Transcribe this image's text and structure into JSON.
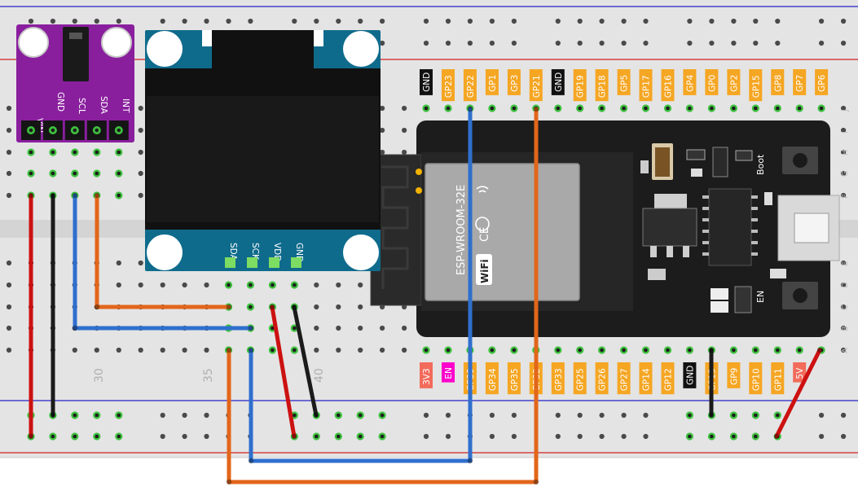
{
  "breadboard": {
    "column_numbers": [
      "30",
      "35",
      "40"
    ],
    "row_letters": [
      "J",
      "I",
      "H",
      "G",
      "F",
      "E",
      "D",
      "C",
      "B",
      "A"
    ],
    "colors": {
      "board": "#e4e4e4",
      "rail_red": "#d22020",
      "rail_blue": "#2323c8",
      "hole": "#4a4a4a",
      "hole_active": "#3fc13f"
    }
  },
  "sensor": {
    "pins": [
      "VIN",
      "GND",
      "SCL",
      "SDA",
      "INT"
    ],
    "color": "#8a1f9e"
  },
  "oled": {
    "pins": [
      "GND",
      "VDD",
      "SCK",
      "SDA"
    ],
    "frame_color": "#0f6b8c"
  },
  "esp32": {
    "module_label": "ESP-WROOM-32E",
    "wifi_label": "WiFi",
    "boot_label": "Boot",
    "en_label": "EN",
    "top_pins": [
      {
        "label": "GND",
        "kind": "gnd"
      },
      {
        "label": "GP23",
        "kind": "gpio"
      },
      {
        "label": "GP22",
        "kind": "gpio"
      },
      {
        "label": "GP1",
        "kind": "gpio"
      },
      {
        "label": "GP3",
        "kind": "gpio"
      },
      {
        "label": "GP21",
        "kind": "gpio"
      },
      {
        "label": "GND",
        "kind": "gnd"
      },
      {
        "label": "GP19",
        "kind": "gpio"
      },
      {
        "label": "GP18",
        "kind": "gpio"
      },
      {
        "label": "GP5",
        "kind": "gpio"
      },
      {
        "label": "GP17",
        "kind": "gpio"
      },
      {
        "label": "GP16",
        "kind": "gpio"
      },
      {
        "label": "GP4",
        "kind": "gpio"
      },
      {
        "label": "GP0",
        "kind": "gpio"
      },
      {
        "label": "GP2",
        "kind": "gpio"
      },
      {
        "label": "GP15",
        "kind": "gpio"
      },
      {
        "label": "GP8",
        "kind": "gpio"
      },
      {
        "label": "GP7",
        "kind": "gpio"
      },
      {
        "label": "GP6",
        "kind": "gpio"
      }
    ],
    "bottom_pins": [
      {
        "label": "3V3",
        "kind": "power"
      },
      {
        "label": "EN",
        "kind": "en"
      },
      {
        "label": "GP39",
        "kind": "gpio"
      },
      {
        "label": "GP34",
        "kind": "gpio"
      },
      {
        "label": "GP35",
        "kind": "gpio"
      },
      {
        "label": "GP32",
        "kind": "gpio"
      },
      {
        "label": "GP33",
        "kind": "gpio"
      },
      {
        "label": "GP25",
        "kind": "gpio"
      },
      {
        "label": "GP26",
        "kind": "gpio"
      },
      {
        "label": "GP27",
        "kind": "gpio"
      },
      {
        "label": "GP14",
        "kind": "gpio"
      },
      {
        "label": "GP12",
        "kind": "gpio"
      },
      {
        "label": "GND",
        "kind": "gnd"
      },
      {
        "label": "GP13",
        "kind": "gpio"
      },
      {
        "label": "GP9",
        "kind": "gpio"
      },
      {
        "label": "GP10",
        "kind": "gpio"
      },
      {
        "label": "GP11",
        "kind": "gpio"
      },
      {
        "label": "5V",
        "kind": "power"
      }
    ],
    "label_colors": {
      "gpio": "#f5a623",
      "gnd": "#111111",
      "power": "#f26b5b",
      "en": "#ff00cc"
    }
  },
  "wire_colors": {
    "red": "#cc1111",
    "black": "#1b1b1b",
    "blue": "#2f6fce",
    "orange": "#e2661a"
  }
}
